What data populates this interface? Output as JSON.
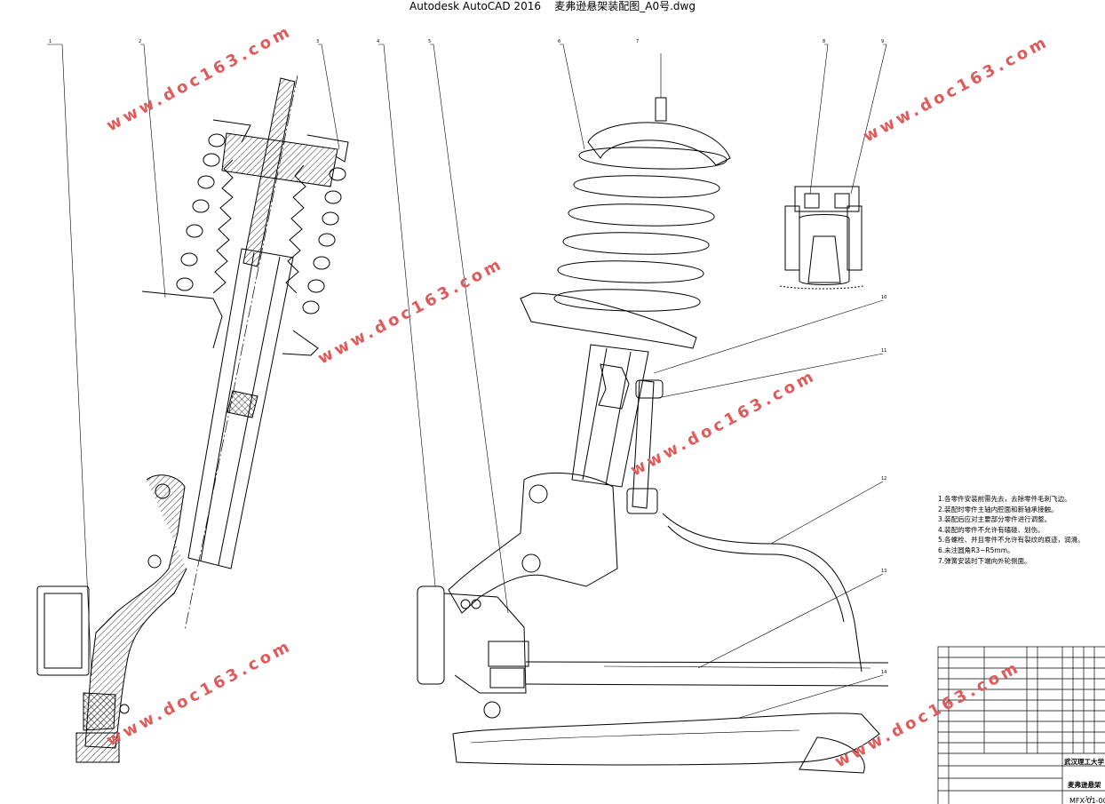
{
  "window": {
    "app_name": "Autodesk AutoCAD 2016",
    "file_name": "麦弗逊悬架装配图_A0号.dwg"
  },
  "watermark": {
    "text": "www.doc163.com",
    "color": "#e05a5a"
  },
  "technical_requirements": [
    "1.各零件安装前需先去，去除零件毛刺飞边。",
    "2.装配时零件主轴内腔面和新轴承接触。",
    "3.装配后应对主要部分零件进行调整。",
    "4.装配的零件不允许有磕碰、划伤。",
    "5.各螺栓、并且零件不允许有裂纹的痕迹，润滑。",
    "6.未注圆角R3~R5mm。",
    "7.弹簧安装时下端向外轮侧面。"
  ],
  "title_block": {
    "school": "武汉理工大学",
    "drawing_name": "麦弗逊悬架",
    "drawing_number": "MFX-01-00",
    "scale": "1:1"
  },
  "balloon_numbers": [
    "1",
    "2",
    "3",
    "4",
    "5",
    "6",
    "7",
    "8",
    "9",
    "10",
    "11",
    "12",
    "13",
    "14"
  ]
}
